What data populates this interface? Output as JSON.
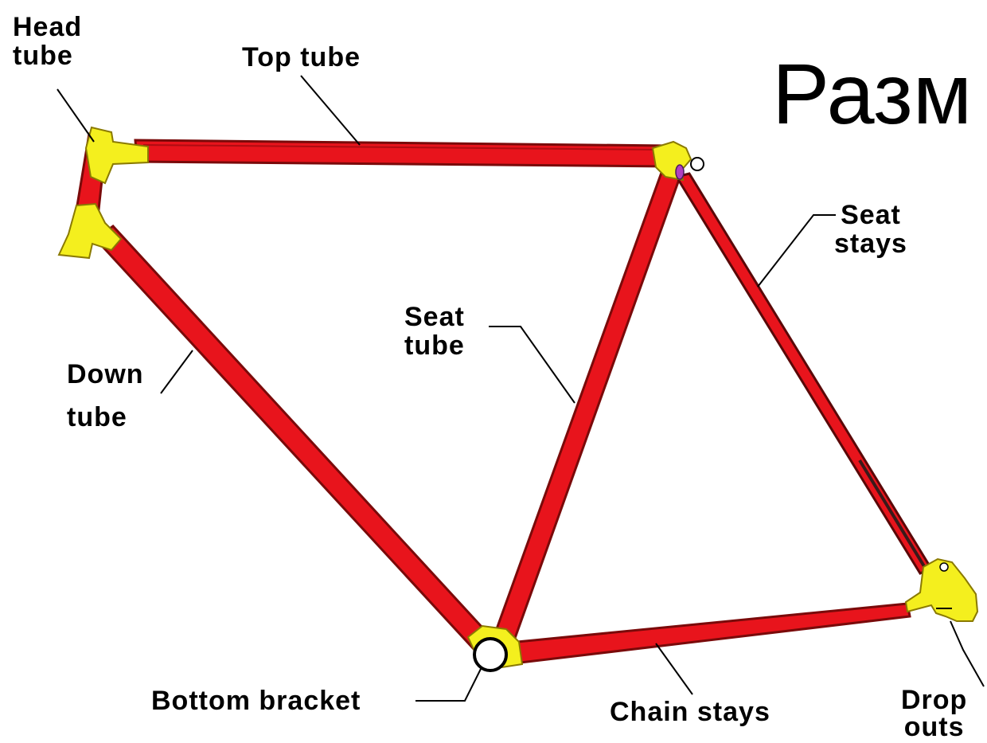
{
  "slide": {
    "title_fragment": "Разм"
  },
  "colors": {
    "tube": "#e8141c",
    "tube_edge": "#7a0a0a",
    "lug": "#f4ef1e",
    "lug_edge": "#8a7a00",
    "leader": "#000000"
  },
  "labels": {
    "head_tube_line1": "Head",
    "head_tube_line2": "tube",
    "top_tube": "Top tube",
    "seat_stays_line1": "Seat",
    "seat_stays_line2": "stays",
    "seat_tube_line1": "Seat",
    "seat_tube_line2": "tube",
    "down_tube_line1": "Down",
    "down_tube_line2": "tube",
    "bottom_bracket": "Bottom bracket",
    "chain_stays": "Chain stays",
    "drop_outs_line1": "Drop",
    "drop_outs_line2": "outs"
  }
}
